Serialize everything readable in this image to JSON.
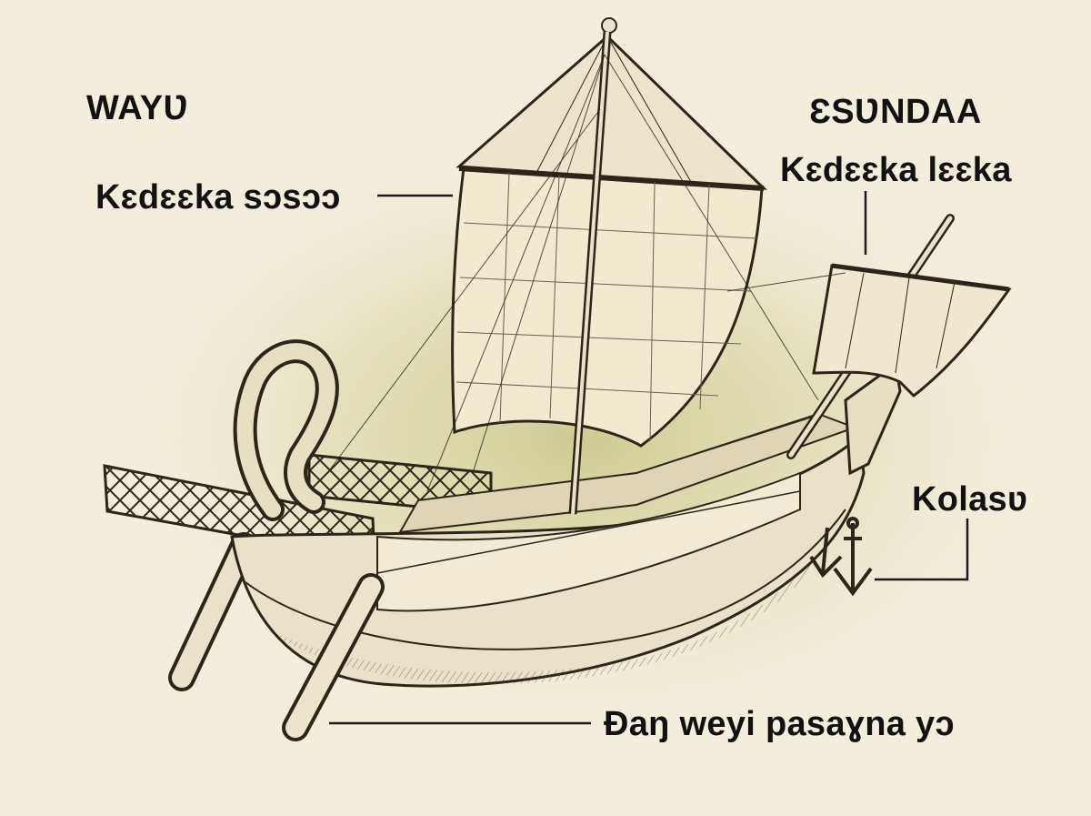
{
  "colors": {
    "background": "#f3eedb",
    "glow": "#c9c88a",
    "ink": "#111111",
    "hull": "#e9e2c8"
  },
  "directions": {
    "left": "WAYƲ",
    "right": "ƐSƲNDAA"
  },
  "parts": {
    "main_sail": "Kɛdɛɛka sɔsɔɔ",
    "front_sail": "Kɛdɛɛka lɛɛka",
    "anchor": "Kolasʋ",
    "steering_oar": "Ɖaŋ weyi pasaɣna yɔ"
  }
}
